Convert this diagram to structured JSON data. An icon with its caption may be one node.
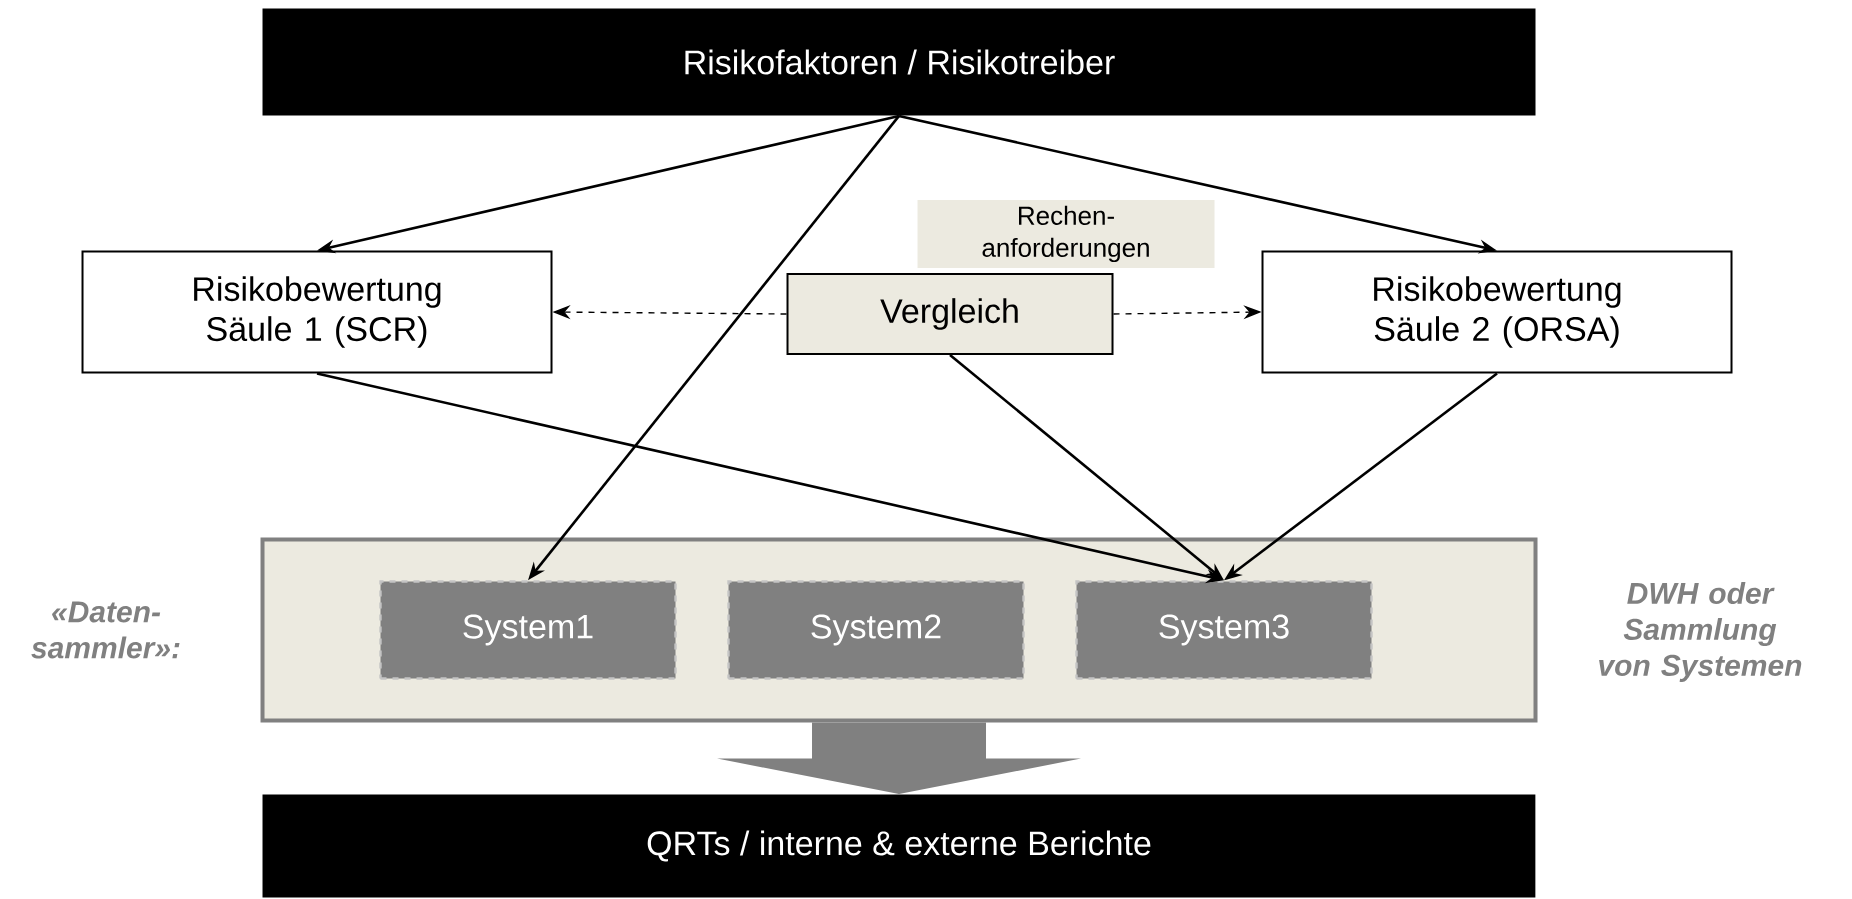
{
  "diagram": {
    "nodes": [
      {
        "text": [
          "Risikofaktoren / Risikotreiber"
        ]
      },
      {
        "text": [
          "Risikobewertung Säule 1 (SCR)"
        ]
      },
      {
        "text": [
          "Rechen- anforderungen"
        ]
      },
      {
        "text": [
          "Vergleich"
        ]
      },
      {
        "text": [
          "Risikobewertung Säule 2 (ORSA)"
        ]
      },
      {
        "text": [],
        "shape": "box",
        "beside": [
          "«Daten- sammler»:",
          "DWH oder Sammlung von Systemen"
        ]
      },
      {
        "text": [
          "System1"
        ],
        "in": 5
      },
      {
        "text": [
          "System2"
        ],
        "in": 5
      },
      {
        "text": [
          "System3"
        ],
        "in": 5
      },
      {
        "text": [
          "QRTs / interne & externe Berichte"
        ]
      }
    ],
    "edges": [
      {
        "from": 0,
        "to": 1,
        "arrow": "to"
      },
      {
        "from": 0,
        "to": 4,
        "arrow": "to"
      },
      {
        "from": 0,
        "to": 6,
        "arrow": "to"
      },
      {
        "from": 3,
        "to": 1,
        "arrow": "to",
        "style": "dashed"
      },
      {
        "from": 3,
        "to": 4,
        "arrow": "to",
        "style": "dashed"
      },
      {
        "from": 1,
        "to": 8,
        "arrow": "to"
      },
      {
        "from": 3,
        "to": 8,
        "arrow": "to"
      },
      {
        "from": 4,
        "to": 8,
        "arrow": "to"
      },
      {
        "from": 5,
        "to": 9,
        "arrow": "to",
        "style": "thick",
        "color": "#808080"
      }
    ]
  }
}
